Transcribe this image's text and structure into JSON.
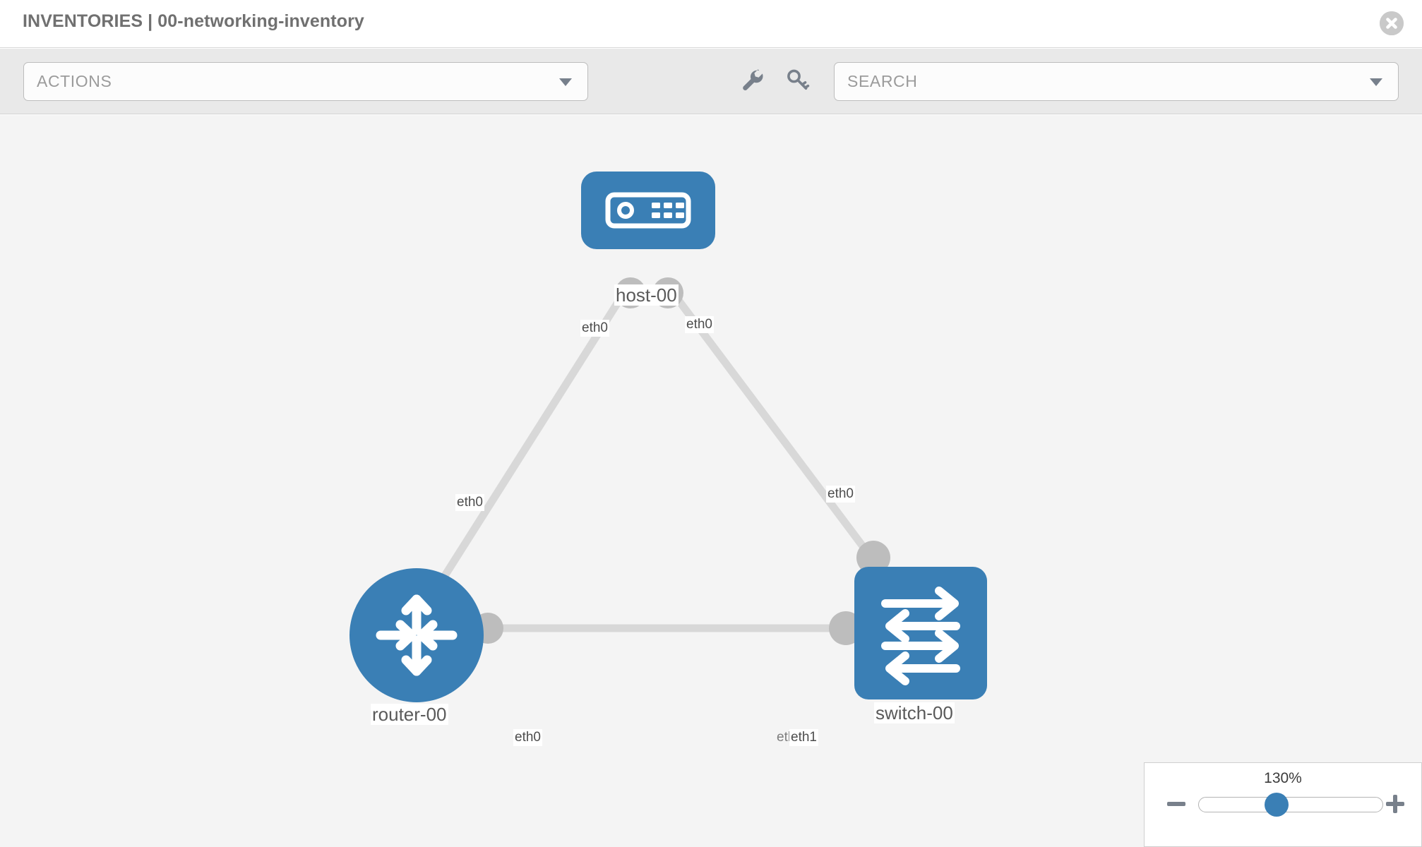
{
  "header": {
    "title": "INVENTORIES | 00-networking-inventory",
    "close_icon": "close-circle-icon"
  },
  "toolbar": {
    "actions_label": "ACTIONS",
    "actions_caret_icon": "chevron-down-icon",
    "wrench_icon": "wrench-icon",
    "key_icon": "key-icon",
    "search_placeholder": "SEARCH",
    "search_caret_icon": "chevron-down-icon"
  },
  "topology": {
    "nodes": [
      {
        "id": "host-00",
        "label": "host-00",
        "type": "host",
        "icon": "server-icon"
      },
      {
        "id": "router-00",
        "label": "router-00",
        "type": "router",
        "icon": "router-arrows-icon"
      },
      {
        "id": "switch-00",
        "label": "switch-00",
        "type": "switch",
        "icon": "switch-arrows-icon"
      }
    ],
    "edge_labels": {
      "host_left": "eth0",
      "host_right": "eth0",
      "router_up": "eth0",
      "switch_up": "eth0",
      "router_right": "eth0",
      "switch_left_hidden": "eth",
      "switch_left": "eth1"
    },
    "accent_color": "#3a7fb5",
    "link_color": "#d8d8d8",
    "connector_color": "#bdbdbd",
    "canvas_color": "#f4f4f4"
  },
  "zoom_control": {
    "value": "130%",
    "minus_icon": "minus-icon",
    "plus_icon": "plus-icon"
  }
}
